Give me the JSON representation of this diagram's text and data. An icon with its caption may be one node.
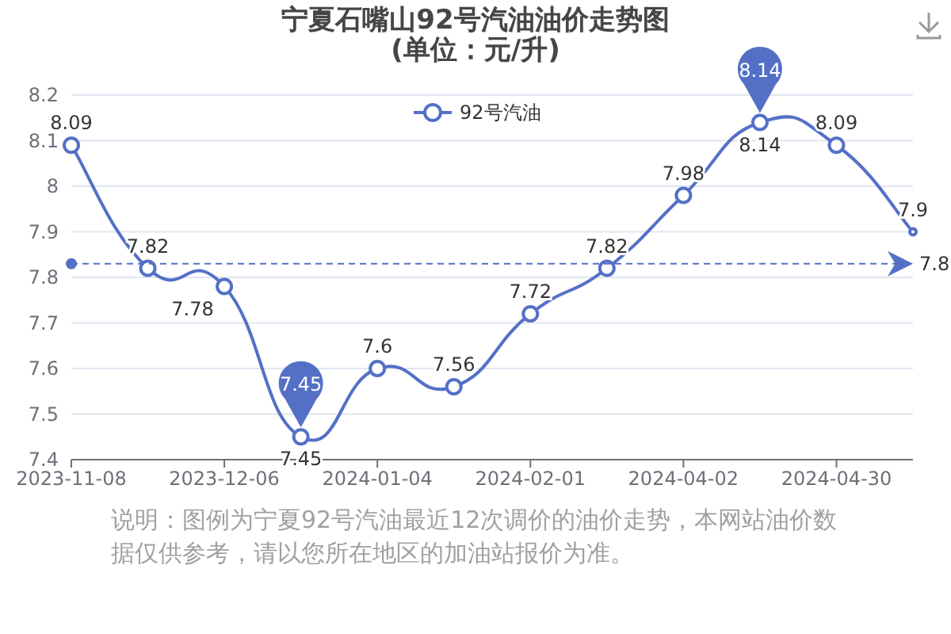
{
  "diagram": {
    "title": "宁夏石嘴山92号汽油油价走势图 (单位：元/升)",
    "caption": "说明：图例为宁夏92号汽油最近12次调价的油价走势，本网站油价数据仅供参考，请以您所在地区的加油站报价为准。",
    "chart_data": {
      "type": "line",
      "categories": [
        "2023-11-08",
        null,
        "2023-12-06",
        null,
        "2024-01-04",
        null,
        "2024-02-01",
        null,
        "2024-04-02",
        null,
        "2024-04-30",
        null
      ],
      "series": [
        {
          "name": "92号汽油",
          "color": "#5470c6",
          "marker": "circle",
          "values": [
            8.09,
            7.82,
            7.78,
            7.45,
            7.6,
            7.56,
            7.72,
            7.82,
            7.98,
            8.14,
            8.09,
            7.9
          ]
        }
      ],
      "ylim": [
        7.4,
        8.2
      ],
      "yticks": [
        7.4,
        7.5,
        7.6,
        7.7,
        7.8,
        7.9,
        8,
        8.1,
        8.2
      ],
      "grid": true,
      "data_labels": true,
      "annotations": [
        {
          "y": 8.14,
          "text": "8.14"
        },
        {
          "y": 7.45,
          "text": "7.45"
        }
      ],
      "ref_lines": [
        {
          "axis": "y",
          "value": 7.83,
          "label": "7.8"
        }
      ]
    }
  }
}
